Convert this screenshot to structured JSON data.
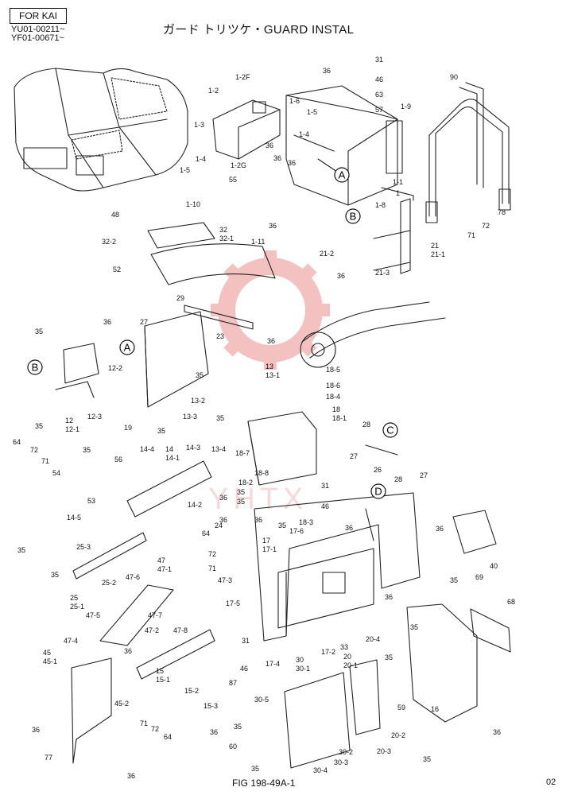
{
  "header": {
    "model_label": "FOR KAI",
    "serial_1": "YU01-00211~",
    "serial_2": "YF01-00671~",
    "title": "ガード トリツケ・GUARD INSTAL"
  },
  "footer": {
    "figure_id": "FIG 198-49A-1",
    "page_code": "02"
  },
  "watermark": {
    "text": "YHTX",
    "color": "#f2a2a2"
  },
  "callouts": [
    {
      "id": "A1",
      "letter": "A"
    },
    {
      "id": "B1",
      "letter": "B"
    },
    {
      "id": "A2",
      "letter": "A"
    },
    {
      "id": "B2",
      "letter": "B"
    },
    {
      "id": "C1",
      "letter": "C"
    },
    {
      "id": "D1",
      "letter": "D"
    }
  ],
  "part_labels": [
    {
      "id": "p1",
      "text": "31"
    },
    {
      "id": "p2",
      "text": "36"
    },
    {
      "id": "p3",
      "text": "46"
    },
    {
      "id": "p4",
      "text": "63"
    },
    {
      "id": "p5",
      "text": "57"
    },
    {
      "id": "p6",
      "text": "1-9"
    },
    {
      "id": "p7",
      "text": "90"
    },
    {
      "id": "p8",
      "text": "1-2F"
    },
    {
      "id": "p9",
      "text": "1-2"
    },
    {
      "id": "p10",
      "text": "1-6"
    },
    {
      "id": "p11",
      "text": "1-5"
    },
    {
      "id": "p12",
      "text": "1-4"
    },
    {
      "id": "p13",
      "text": "1-3"
    },
    {
      "id": "p14",
      "text": "36"
    },
    {
      "id": "p15",
      "text": "36"
    },
    {
      "id": "p16",
      "text": "1-4"
    },
    {
      "id": "p17",
      "text": "1-2G"
    },
    {
      "id": "p18",
      "text": "1-5"
    },
    {
      "id": "p19",
      "text": "55"
    },
    {
      "id": "p20",
      "text": "1-1"
    },
    {
      "id": "p21",
      "text": "1"
    },
    {
      "id": "p22",
      "text": "1-8"
    },
    {
      "id": "p23",
      "text": "1-10"
    },
    {
      "id": "p24",
      "text": "36"
    },
    {
      "id": "p25",
      "text": "1-11"
    },
    {
      "id": "p26",
      "text": "36"
    },
    {
      "id": "p27",
      "text": "78"
    },
    {
      "id": "p28",
      "text": "72"
    },
    {
      "id": "p29",
      "text": "71"
    },
    {
      "id": "p30",
      "text": "48"
    },
    {
      "id": "p31",
      "text": "32"
    },
    {
      "id": "p32",
      "text": "32-1"
    },
    {
      "id": "p33",
      "text": "32-2"
    },
    {
      "id": "p34",
      "text": "21-2"
    },
    {
      "id": "p35",
      "text": "21"
    },
    {
      "id": "p36",
      "text": "21-1"
    },
    {
      "id": "p37",
      "text": "21-3"
    },
    {
      "id": "p38",
      "text": "52"
    },
    {
      "id": "p39",
      "text": "36"
    },
    {
      "id": "p40",
      "text": "36"
    },
    {
      "id": "p41",
      "text": "29"
    },
    {
      "id": "p42",
      "text": "27"
    },
    {
      "id": "p43",
      "text": "23"
    },
    {
      "id": "p44",
      "text": "35"
    },
    {
      "id": "p45",
      "text": "12-2"
    },
    {
      "id": "p46",
      "text": "36"
    },
    {
      "id": "p47",
      "text": "13"
    },
    {
      "id": "p48",
      "text": "13-1"
    },
    {
      "id": "p49",
      "text": "18-5"
    },
    {
      "id": "p50",
      "text": "18-6"
    },
    {
      "id": "p51",
      "text": "18-4"
    },
    {
      "id": "p52",
      "text": "35"
    },
    {
      "id": "p53",
      "text": "12"
    },
    {
      "id": "p54",
      "text": "12-1"
    },
    {
      "id": "p55",
      "text": "12-3"
    },
    {
      "id": "p56",
      "text": "19"
    },
    {
      "id": "p57",
      "text": "35"
    },
    {
      "id": "p58",
      "text": "13-2"
    },
    {
      "id": "p59",
      "text": "13-3"
    },
    {
      "id": "p60",
      "text": "35"
    },
    {
      "id": "p61",
      "text": "18"
    },
    {
      "id": "p62",
      "text": "18-1"
    },
    {
      "id": "p63",
      "text": "28"
    },
    {
      "id": "p64",
      "text": "35"
    },
    {
      "id": "p65",
      "text": "13-4"
    },
    {
      "id": "p66",
      "text": "18-7"
    },
    {
      "id": "p67",
      "text": "27"
    },
    {
      "id": "p68",
      "text": "26"
    },
    {
      "id": "p69",
      "text": "28"
    },
    {
      "id": "p70",
      "text": "27"
    },
    {
      "id": "p71",
      "text": "64"
    },
    {
      "id": "p72",
      "text": "72"
    },
    {
      "id": "p73",
      "text": "71"
    },
    {
      "id": "p74",
      "text": "35"
    },
    {
      "id": "p75",
      "text": "56"
    },
    {
      "id": "p76",
      "text": "14-4"
    },
    {
      "id": "p77",
      "text": "14"
    },
    {
      "id": "p78",
      "text": "14-1"
    },
    {
      "id": "p79",
      "text": "14-3"
    },
    {
      "id": "p80",
      "text": "18-8"
    },
    {
      "id": "p81",
      "text": "54"
    },
    {
      "id": "p82",
      "text": "18-2"
    },
    {
      "id": "p83",
      "text": "35"
    },
    {
      "id": "p84",
      "text": "36"
    },
    {
      "id": "p85",
      "text": "31"
    },
    {
      "id": "p86",
      "text": "46"
    },
    {
      "id": "p87",
      "text": "35"
    },
    {
      "id": "p88",
      "text": "53"
    },
    {
      "id": "p89",
      "text": "14-2"
    },
    {
      "id": "p90",
      "text": "36"
    },
    {
      "id": "p91",
      "text": "36"
    },
    {
      "id": "p92",
      "text": "35"
    },
    {
      "id": "p93",
      "text": "18-3"
    },
    {
      "id": "p94",
      "text": "14-5"
    },
    {
      "id": "p95",
      "text": "24"
    },
    {
      "id": "p96",
      "text": "17-6"
    },
    {
      "id": "p97",
      "text": "36"
    },
    {
      "id": "p98",
      "text": "35"
    },
    {
      "id": "p99",
      "text": "25-3"
    },
    {
      "id": "p100",
      "text": "64"
    },
    {
      "id": "p101",
      "text": "17"
    },
    {
      "id": "p102",
      "text": "17-1"
    },
    {
      "id": "p103",
      "text": "72"
    },
    {
      "id": "p104",
      "text": "36"
    },
    {
      "id": "p105",
      "text": "40"
    },
    {
      "id": "p106",
      "text": "35"
    },
    {
      "id": "p107",
      "text": "25"
    },
    {
      "id": "p108",
      "text": "25-1"
    },
    {
      "id": "p109",
      "text": "25-2"
    },
    {
      "id": "p110",
      "text": "47"
    },
    {
      "id": "p111",
      "text": "47-1"
    },
    {
      "id": "p112",
      "text": "71"
    },
    {
      "id": "p113",
      "text": "35"
    },
    {
      "id": "p114",
      "text": "69"
    },
    {
      "id": "p115",
      "text": "47-6"
    },
    {
      "id": "p116",
      "text": "47-3"
    },
    {
      "id": "p117",
      "text": "68"
    },
    {
      "id": "p118",
      "text": "36"
    },
    {
      "id": "p119",
      "text": "47-5"
    },
    {
      "id": "p120",
      "text": "47-7"
    },
    {
      "id": "p121",
      "text": "17-5"
    },
    {
      "id": "p122",
      "text": "47-2"
    },
    {
      "id": "p123",
      "text": "47-8"
    },
    {
      "id": "p124",
      "text": "35"
    },
    {
      "id": "p125",
      "text": "47-4"
    },
    {
      "id": "p126",
      "text": "31"
    },
    {
      "id": "p127",
      "text": "20-4"
    },
    {
      "id": "p128",
      "text": "33"
    },
    {
      "id": "p129",
      "text": "20"
    },
    {
      "id": "p130",
      "text": "20-1"
    },
    {
      "id": "p131",
      "text": "17-2"
    },
    {
      "id": "p132",
      "text": "45"
    },
    {
      "id": "p133",
      "text": "45-1"
    },
    {
      "id": "p134",
      "text": "36"
    },
    {
      "id": "p135",
      "text": "46"
    },
    {
      "id": "p136",
      "text": "30"
    },
    {
      "id": "p137",
      "text": "30-1"
    },
    {
      "id": "p138",
      "text": "35"
    },
    {
      "id": "p139",
      "text": "17-4"
    },
    {
      "id": "p140",
      "text": "15"
    },
    {
      "id": "p141",
      "text": "15-1"
    },
    {
      "id": "p142",
      "text": "15-2"
    },
    {
      "id": "p143",
      "text": "87"
    },
    {
      "id": "p144",
      "text": "59"
    },
    {
      "id": "p145",
      "text": "16"
    },
    {
      "id": "p146",
      "text": "15-3"
    },
    {
      "id": "p147",
      "text": "30-5"
    },
    {
      "id": "p148",
      "text": "45-2"
    },
    {
      "id": "p149",
      "text": "35"
    },
    {
      "id": "p150",
      "text": "71"
    },
    {
      "id": "p151",
      "text": "36"
    },
    {
      "id": "p152",
      "text": "36"
    },
    {
      "id": "p153",
      "text": "72"
    },
    {
      "id": "p154",
      "text": "20-2"
    },
    {
      "id": "p155",
      "text": "36"
    },
    {
      "id": "p156",
      "text": "64"
    },
    {
      "id": "p157",
      "text": "60"
    },
    {
      "id": "p158",
      "text": "20-3"
    },
    {
      "id": "p159",
      "text": "35"
    },
    {
      "id": "p160",
      "text": "30-2"
    },
    {
      "id": "p161",
      "text": "30-3"
    },
    {
      "id": "p162",
      "text": "77"
    },
    {
      "id": "p163",
      "text": "36"
    },
    {
      "id": "p164",
      "text": "35"
    },
    {
      "id": "p165",
      "text": "30-4"
    }
  ]
}
